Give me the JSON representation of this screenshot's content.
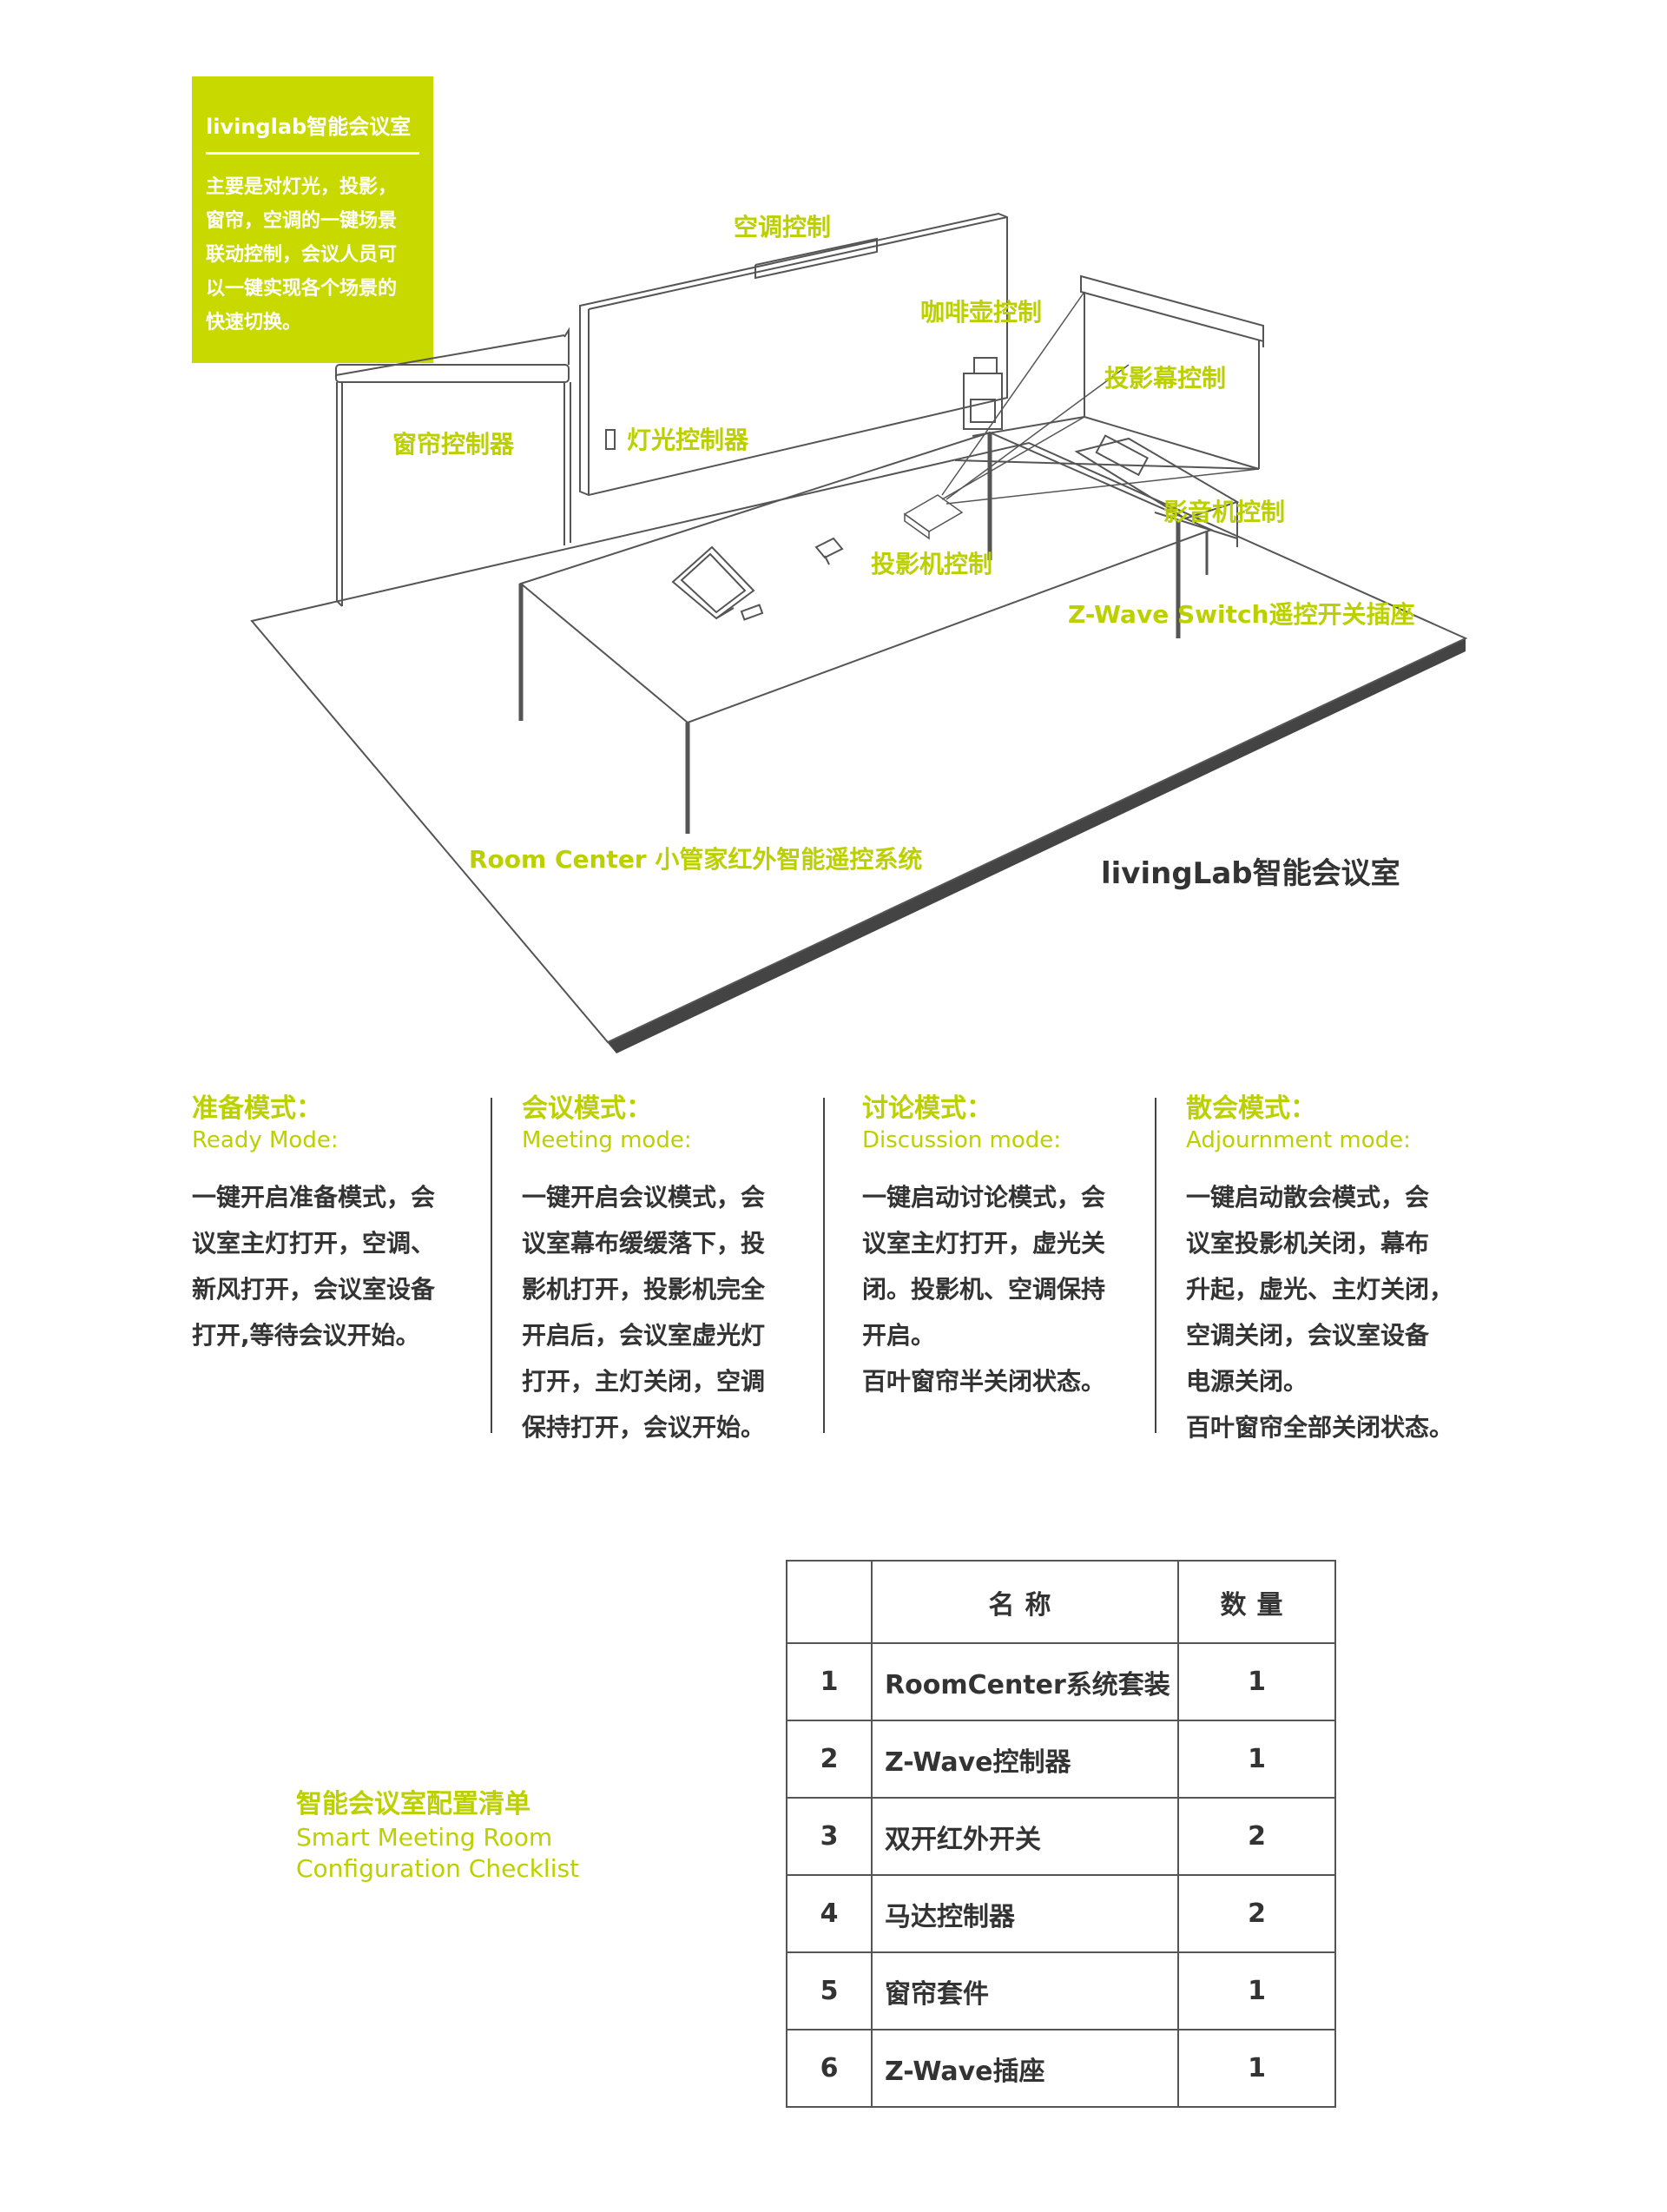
{
  "info_box": {
    "title": "livinglab智能会议室",
    "description": "主要是对灯光，投影，\n窗帘，空调的一键场景\n联动控制，会议人员可\n以一键实现各个场景的\n快速切换。"
  },
  "scene": {
    "labels": {
      "ac": "空调控制",
      "coffee": "咖啡壶控制",
      "screen": "投影幕控制",
      "curtain": "窗帘控制器",
      "light": "灯光控制器",
      "av": "影音机控制",
      "projector": "投影机控制",
      "zwave": "Z-Wave Switch遥控开关插座",
      "roomcenter": "Room Center 小管家红外智能遥控系统"
    },
    "room_title": "livingLab智能会议室"
  },
  "modes": [
    {
      "title_zh": "准备模式：",
      "title_en": "Ready Mode:",
      "body": "一键开启准备模式，会\n议室主灯打开，空调、\n新风打开，会议室设备\n打开,等待会议开始。"
    },
    {
      "title_zh": "会议模式：",
      "title_en": "Meeting mode:",
      "body": "一键开启会议模式，会\n议室幕布缓缓落下，投\n影机打开，投影机完全\n开启后，会议室虚光灯\n打开，主灯关闭，空调\n保持打开，会议开始。"
    },
    {
      "title_zh": "讨论模式：",
      "title_en": "Discussion mode:",
      "body": "一键启动讨论模式，会\n议室主灯打开，虚光关\n闭。投影机、空调保持\n开启。\n百叶窗帘半关闭状态。"
    },
    {
      "title_zh": "散会模式：",
      "title_en": "Adjournment mode:",
      "body": "一键启动散会模式，会\n议室投影机关闭，幕布\n升起，虚光、主灯关闭，\n空调关闭，会议室设备\n电源关闭。\n百叶窗帘全部关闭状态。"
    }
  ],
  "checklist": {
    "title_zh": "智能会议室配置清单",
    "title_en_1": "Smart Meeting Room",
    "title_en_2": "Configuration Checklist",
    "headers": {
      "name": "名称",
      "qty": "数量"
    },
    "rows": [
      {
        "no": "1",
        "name": "RoomCenter系统套装",
        "qty": "1"
      },
      {
        "no": "2",
        "name": "Z-Wave控制器",
        "qty": "1"
      },
      {
        "no": "3",
        "name": "双开红外开关",
        "qty": "2"
      },
      {
        "no": "4",
        "name": "马达控制器",
        "qty": "2"
      },
      {
        "no": "5",
        "name": "窗帘套件",
        "qty": "1"
      },
      {
        "no": "6",
        "name": "Z-Wave插座",
        "qty": "1"
      }
    ]
  },
  "colors": {
    "accent": "#c8d900",
    "text": "#333333",
    "line": "#444444"
  }
}
